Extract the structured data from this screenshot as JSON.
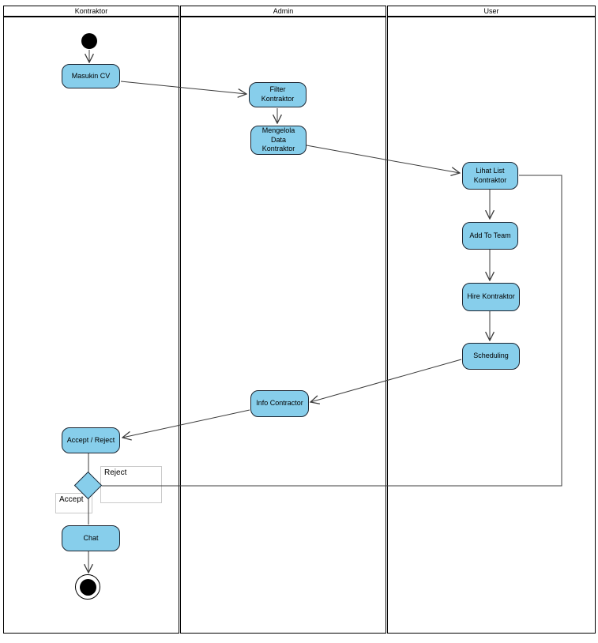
{
  "diagram": {
    "type": "uml-activity-swimlane",
    "lanes": [
      {
        "name": "Kontraktor"
      },
      {
        "name": "Admin"
      },
      {
        "name": "User"
      }
    ],
    "nodes": [
      {
        "id": "initial",
        "type": "initial-node",
        "lane": "Kontraktor",
        "label": ""
      },
      {
        "id": "masukin-cv",
        "type": "activity",
        "lane": "Kontraktor",
        "label": "Masukin CV"
      },
      {
        "id": "filter-kontraktor",
        "type": "activity",
        "lane": "Admin",
        "label": "Filter Kontraktor"
      },
      {
        "id": "mengelola-data",
        "type": "activity",
        "lane": "Admin",
        "label": "Mengelola Data Kontraktor"
      },
      {
        "id": "lihat-list",
        "type": "activity",
        "lane": "User",
        "label": "Lihat List Kontraktor"
      },
      {
        "id": "add-to-team",
        "type": "activity",
        "lane": "User",
        "label": "Add To Team"
      },
      {
        "id": "hire-kontraktor",
        "type": "activity",
        "lane": "User",
        "label": "Hire Kontraktor"
      },
      {
        "id": "scheduling",
        "type": "activity",
        "lane": "User",
        "label": "Scheduling"
      },
      {
        "id": "info-contractor",
        "type": "activity",
        "lane": "Admin",
        "label": "Info Contractor"
      },
      {
        "id": "accept-reject",
        "type": "activity",
        "lane": "Kontraktor",
        "label": "Accept / Reject"
      },
      {
        "id": "decision",
        "type": "decision-node",
        "lane": "Kontraktor",
        "label": ""
      },
      {
        "id": "chat",
        "type": "activity",
        "lane": "Kontraktor",
        "label": "Chat"
      },
      {
        "id": "final",
        "type": "final-node",
        "lane": "Kontraktor",
        "label": ""
      }
    ],
    "edges": [
      {
        "from": "initial",
        "to": "masukin-cv"
      },
      {
        "from": "masukin-cv",
        "to": "filter-kontraktor"
      },
      {
        "from": "filter-kontraktor",
        "to": "mengelola-data"
      },
      {
        "from": "mengelola-data",
        "to": "lihat-list"
      },
      {
        "from": "lihat-list",
        "to": "add-to-team"
      },
      {
        "from": "add-to-team",
        "to": "hire-kontraktor"
      },
      {
        "from": "hire-kontraktor",
        "to": "scheduling"
      },
      {
        "from": "scheduling",
        "to": "info-contractor"
      },
      {
        "from": "info-contractor",
        "to": "accept-reject"
      },
      {
        "from": "accept-reject",
        "to": "decision"
      },
      {
        "from": "decision",
        "to": "chat",
        "label": "Accept"
      },
      {
        "from": "decision",
        "to": "lihat-list",
        "label": "Reject"
      },
      {
        "from": "chat",
        "to": "final"
      }
    ],
    "edge_labels": {
      "reject": "Reject",
      "accept": "Accept"
    },
    "colors": {
      "node_fill": "#87CEEB",
      "node_border": "#1b2430",
      "connector": "#3c3c3c",
      "label_box_border": "#c9c9c9",
      "lane_border": "#000000",
      "start_end": "#000000"
    }
  }
}
